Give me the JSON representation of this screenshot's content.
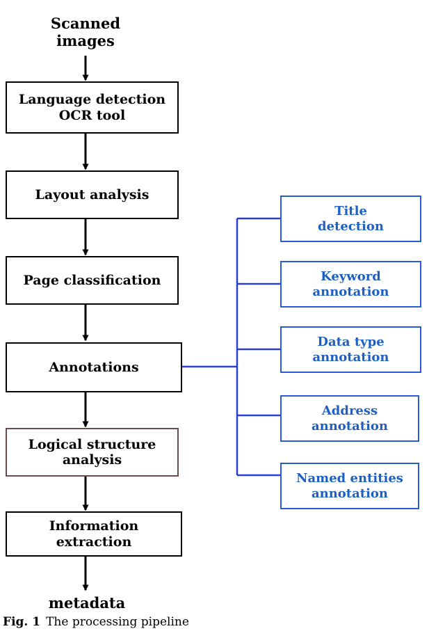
{
  "figure": {
    "caption_label": "Fig. 1",
    "caption_text": "The processing pipeline",
    "colors": {
      "main_border": "#000000",
      "main_text": "#000000",
      "sub_border": "#2a5bd7",
      "sub_text": "#1f5fc0",
      "arrow": "#000000",
      "connector": "#2a3fd0",
      "background": "#ffffff"
    }
  },
  "pipeline": {
    "start_label": "Scanned\nimages",
    "start_label_line1": "Scanned",
    "start_label_line2": "images",
    "end_label": "metadata",
    "nodes": [
      {
        "id": "language-detection-ocr-tool",
        "line1": "Language detection",
        "line2": "OCR tool"
      },
      {
        "id": "layout-analysis",
        "line1": "Layout analysis",
        "line2": ""
      },
      {
        "id": "page-classification",
        "line1": "Page classification",
        "line2": ""
      },
      {
        "id": "annotations",
        "line1": "Annotations",
        "line2": ""
      },
      {
        "id": "logical-structure-analysis",
        "line1": "Logical structure",
        "line2": "analysis"
      },
      {
        "id": "information-extraction",
        "line1": "Information",
        "line2": "extraction"
      }
    ]
  },
  "annotation_branches": [
    {
      "id": "title-detection",
      "line1": "Title",
      "line2": "detection"
    },
    {
      "id": "keyword-annotation",
      "line1": "Keyword",
      "line2": "annotation"
    },
    {
      "id": "data-type-annotation",
      "line1": "Data type",
      "line2": "annotation"
    },
    {
      "id": "address-annotation",
      "line1": "Address",
      "line2": "annotation"
    },
    {
      "id": "named-entities-annotation",
      "line1": "Named entities",
      "line2": "annotation"
    }
  ]
}
